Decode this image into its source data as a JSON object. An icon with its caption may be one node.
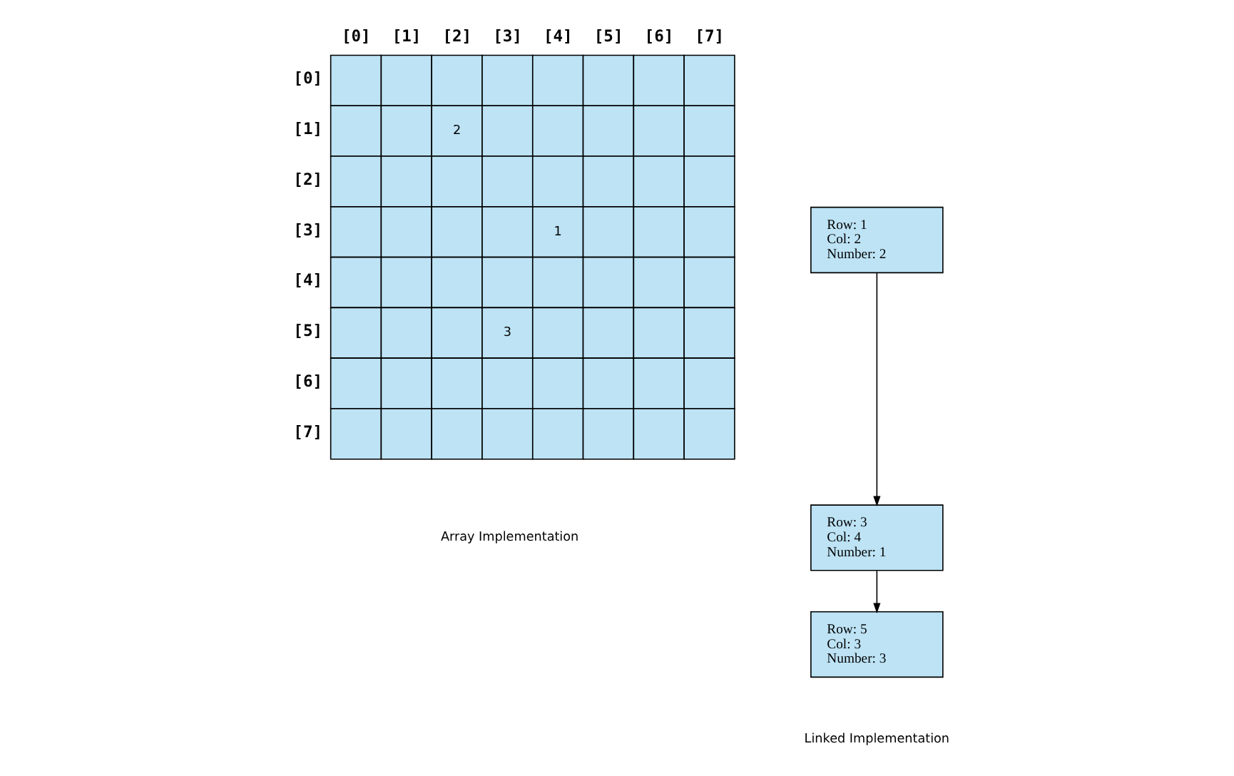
{
  "diagram": {
    "nodes": [
      {
        "text": [
          "Row: 1",
          "Col: 2",
          "Number: 2"
        ]
      },
      {
        "text": [
          "Row: 3",
          "Col: 4",
          "Number: 1"
        ]
      },
      {
        "text": [
          "Row: 5",
          "Col: 3",
          "Number: 3"
        ]
      }
    ],
    "edges": [
      {
        "from": 0,
        "to": 1,
        "arrow": "to"
      },
      {
        "from": 1,
        "to": 2,
        "arrow": "to"
      }
    ],
    "labels": [
      "[0]",
      "[1]",
      "[2]",
      "[3]",
      "[4]",
      "[5]",
      "[6]",
      "[7]",
      "[0]",
      "[1]",
      "2",
      "[2]",
      "[3]",
      "1",
      "[4]",
      "[5]",
      "3",
      "[6]",
      "[7]",
      "Array Implementation",
      "Linked Implementation"
    ]
  }
}
